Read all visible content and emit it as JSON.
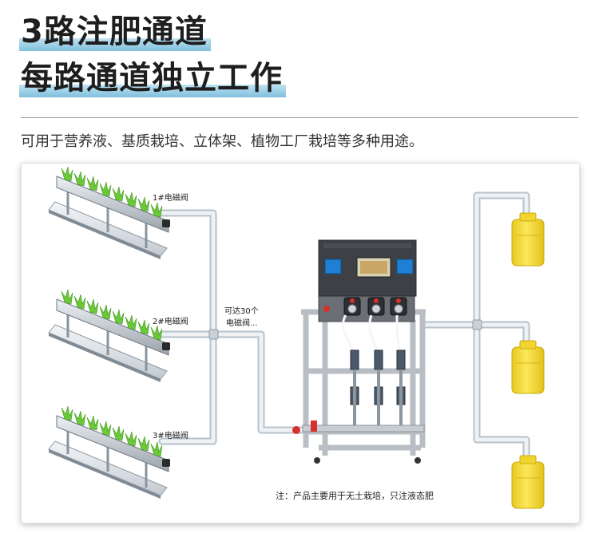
{
  "heading": {
    "line1": "3路注肥通道",
    "line2": "每路通道独立工作"
  },
  "subtitle": "可用于营养液、基质栽培、立体架、植物工厂栽培等多种用途。",
  "diagram": {
    "valve_labels": [
      "1#电磁阀",
      "2#电磁阀",
      "3#电磁阀"
    ],
    "expand_note": "可达30个",
    "expand_note_2": "电磁阀...",
    "footnote": "注：产品主要用于无土栽培，只注液态肥",
    "colors": {
      "pipe": "#e9eef2",
      "pipe_edge": "#b7c2ca",
      "cabinet": "#3d4045",
      "frame": "#b9bec4",
      "tank": "#f6df3a",
      "plant": "#6cc93a",
      "headline_highlight": "#8fcbe3"
    },
    "icons": [
      "plant-rack-icon",
      "fertigation-machine-icon",
      "fertilizer-tank-icon",
      "pipe-tee-icon"
    ]
  }
}
